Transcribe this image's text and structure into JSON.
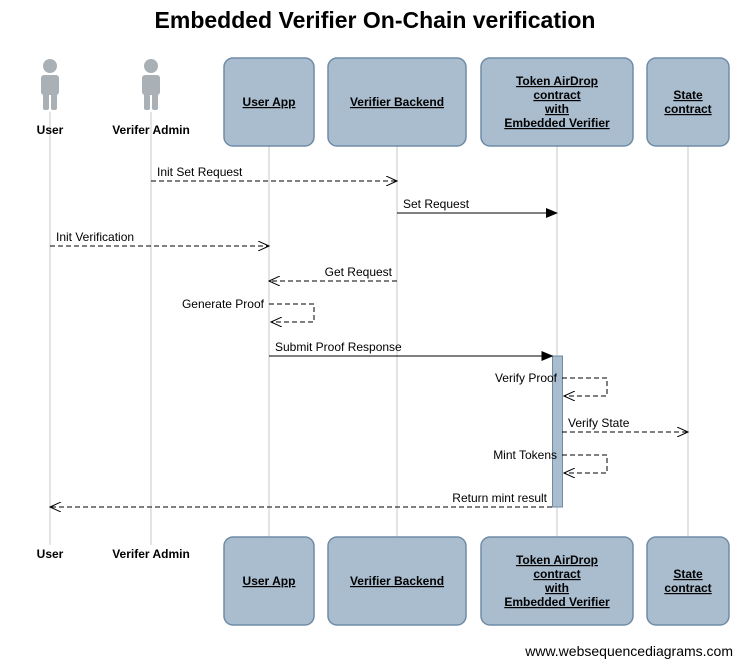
{
  "title": "Embedded Verifier On-Chain verification",
  "footer": "www.websequencediagrams.com",
  "participants": [
    {
      "id": "user",
      "label": "User",
      "kind": "actor"
    },
    {
      "id": "admin",
      "label": "Verifer Admin",
      "kind": "actor"
    },
    {
      "id": "app",
      "label": "User App",
      "kind": "box"
    },
    {
      "id": "backend",
      "label": "Verifier Backend",
      "kind": "box"
    },
    {
      "id": "contract",
      "label": "Token AirDrop contract with Embedded Verifier",
      "lines": [
        "Token AirDrop",
        "contract",
        "with",
        "Embedded Verifier"
      ],
      "kind": "box"
    },
    {
      "id": "state",
      "label": "State contract",
      "lines": [
        "State",
        "contract"
      ],
      "kind": "box"
    }
  ],
  "messages": [
    {
      "from": "admin",
      "to": "backend",
      "label": "Init Set Request",
      "style": "dashed",
      "head": "open"
    },
    {
      "from": "backend",
      "to": "contract",
      "label": "Set Request",
      "style": "solid",
      "head": "filled"
    },
    {
      "from": "user",
      "to": "app",
      "label": "Init Verification",
      "style": "dashed",
      "head": "open"
    },
    {
      "from": "backend",
      "to": "app",
      "label": "Get Request",
      "style": "dashed",
      "head": "open"
    },
    {
      "from": "app",
      "to": "app",
      "label": "Generate Proof",
      "style": "dashed",
      "head": "open"
    },
    {
      "from": "app",
      "to": "contract",
      "label": "Submit Proof Response",
      "style": "solid",
      "head": "filled"
    },
    {
      "from": "contract",
      "to": "contract",
      "label": "Verify Proof",
      "style": "dashed",
      "head": "open"
    },
    {
      "from": "contract",
      "to": "state",
      "label": "Verify State",
      "style": "dashed",
      "head": "open"
    },
    {
      "from": "contract",
      "to": "contract",
      "label": "Mint Tokens",
      "style": "dashed",
      "head": "open"
    },
    {
      "from": "contract",
      "to": "user",
      "label": "Return mint result",
      "style": "dashed",
      "head": "open"
    }
  ],
  "activation": {
    "participant": "contract",
    "from_message": "Submit Proof Response",
    "to_message": "Return mint result"
  }
}
